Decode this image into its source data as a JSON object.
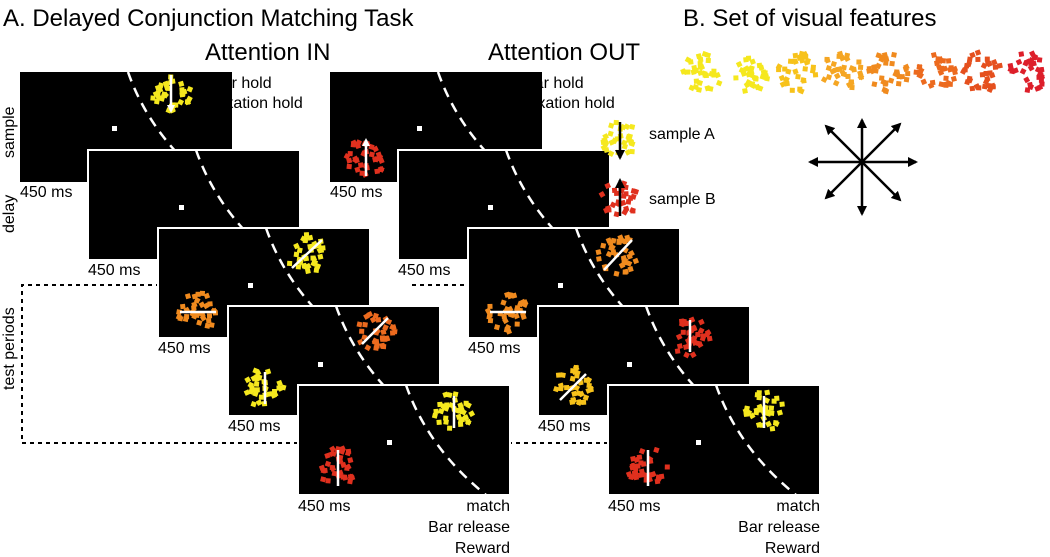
{
  "panel_a": {
    "title": "A. Delayed Conjunction Matching Task",
    "attention_in": "Attention IN",
    "attention_out": "Attention OUT",
    "period_labels": {
      "sample": "sample",
      "delay": "delay",
      "test": "test periods"
    },
    "duration": "450 ms",
    "sample_notes": [
      "Bar hold",
      "Fixation hold"
    ],
    "final_notes": [
      "match",
      "Bar release",
      "Reward"
    ]
  },
  "legend": {
    "sample_a": "sample A",
    "sample_b": "sample B"
  },
  "panel_b": {
    "title": "B. Set of visual features"
  },
  "colors": {
    "screen": "#000000",
    "frame": "#ffffff",
    "yellow": "#f5e81e",
    "yellow_orange": "#f7c21a",
    "orange_light": "#f5a623",
    "orange": "#f08a1e",
    "orange_red": "#ec6a1e",
    "red_orange": "#e5501e",
    "red": "#e0301e",
    "deep_red": "#dd1f2a"
  }
}
